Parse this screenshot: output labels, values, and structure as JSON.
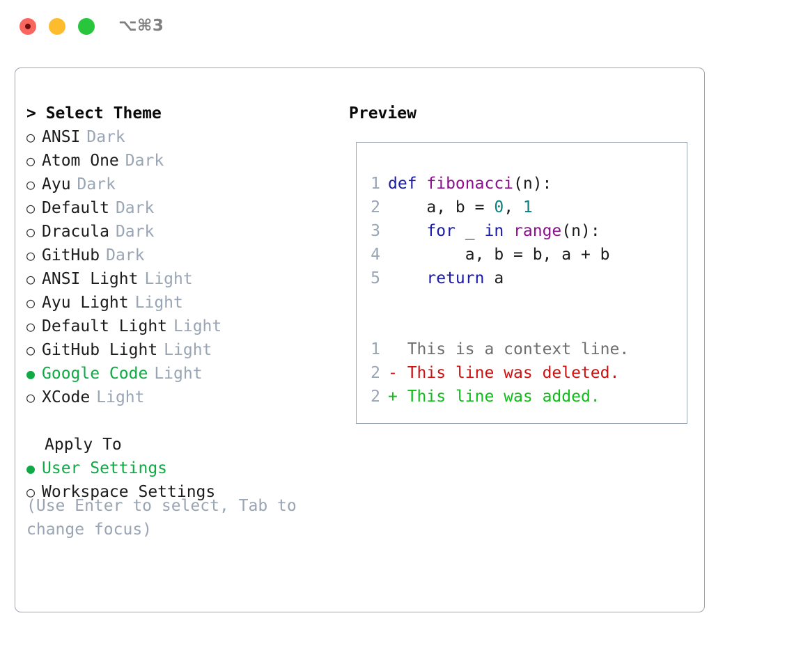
{
  "window": {
    "shortcut_label": "⌥⌘3",
    "traffic_lights": [
      {
        "name": "close",
        "color": "#f9655f"
      },
      {
        "name": "minimize",
        "color": "#fcbc2d"
      },
      {
        "name": "zoom",
        "color": "#28c63c"
      }
    ]
  },
  "theme_picker": {
    "title": "> Select Theme",
    "items": [
      {
        "bullet": "○",
        "label": "ANSI",
        "tag": "Dark",
        "selected": false
      },
      {
        "bullet": "○",
        "label": "Atom One",
        "tag": "Dark",
        "selected": false
      },
      {
        "bullet": "○",
        "label": "Ayu",
        "tag": "Dark",
        "selected": false
      },
      {
        "bullet": "○",
        "label": "Default",
        "tag": "Dark",
        "selected": false
      },
      {
        "bullet": "○",
        "label": "Dracula",
        "tag": "Dark",
        "selected": false
      },
      {
        "bullet": "○",
        "label": "GitHub",
        "tag": "Dark",
        "selected": false
      },
      {
        "bullet": "○",
        "label": "ANSI Light",
        "tag": "Light",
        "selected": false
      },
      {
        "bullet": "○",
        "label": "Ayu Light",
        "tag": "Light",
        "selected": false
      },
      {
        "bullet": "○",
        "label": "Default Light",
        "tag": "Light",
        "selected": false
      },
      {
        "bullet": "○",
        "label": "GitHub Light",
        "tag": "Light",
        "selected": false
      },
      {
        "bullet": "●",
        "label": "Google Code",
        "tag": "Light",
        "selected": true
      },
      {
        "bullet": "○",
        "label": "XCode",
        "tag": "Light",
        "selected": false
      }
    ]
  },
  "apply_to": {
    "title": "Apply To",
    "items": [
      {
        "bullet": "●",
        "label": "User Settings",
        "selected": true
      },
      {
        "bullet": "○",
        "label": "Workspace Settings",
        "selected": false
      }
    ]
  },
  "hint": "(Use Enter to select, Tab to change focus)",
  "preview": {
    "title": "Preview",
    "code_lines": [
      {
        "no": "1",
        "tokens": [
          {
            "t": "def ",
            "c": "k"
          },
          {
            "t": "fibonacci",
            "c": "fn"
          },
          {
            "t": "(n):",
            "c": "pl"
          }
        ]
      },
      {
        "no": "2",
        "tokens": [
          {
            "t": "    a, b = ",
            "c": "pl"
          },
          {
            "t": "0",
            "c": "num"
          },
          {
            "t": ", ",
            "c": "pl"
          },
          {
            "t": "1",
            "c": "num"
          }
        ]
      },
      {
        "no": "3",
        "tokens": [
          {
            "t": "    ",
            "c": "pl"
          },
          {
            "t": "for",
            "c": "k"
          },
          {
            "t": " _ ",
            "c": "pl"
          },
          {
            "t": "in",
            "c": "k"
          },
          {
            "t": " ",
            "c": "pl"
          },
          {
            "t": "range",
            "c": "fn"
          },
          {
            "t": "(n):",
            "c": "pl"
          }
        ]
      },
      {
        "no": "4",
        "tokens": [
          {
            "t": "        a, b = b, a + b",
            "c": "pl"
          }
        ]
      },
      {
        "no": "5",
        "tokens": [
          {
            "t": "    ",
            "c": "pl"
          },
          {
            "t": "return",
            "c": "k"
          },
          {
            "t": " a",
            "c": "pl"
          }
        ]
      }
    ],
    "diff_lines": [
      {
        "no": "1",
        "marker": "  ",
        "text": "This is a context line.",
        "kind": "d-ctx"
      },
      {
        "no": "2",
        "marker": "- ",
        "text": "This line was deleted.",
        "kind": "d-del"
      },
      {
        "no": "2",
        "marker": "+ ",
        "text": "This line was added.",
        "kind": "d-add"
      }
    ]
  },
  "colors": {
    "accent_green": "#0faa46",
    "muted_blue_gray": "#9aa5b4",
    "keyword_blue": "#1a1aa8",
    "function_purple": "#8d0f8d",
    "number_teal": "#0d7d7d",
    "diff_delete_red": "#cf1010",
    "diff_add_green": "#0fbe18",
    "border": "#9aa5b4"
  }
}
